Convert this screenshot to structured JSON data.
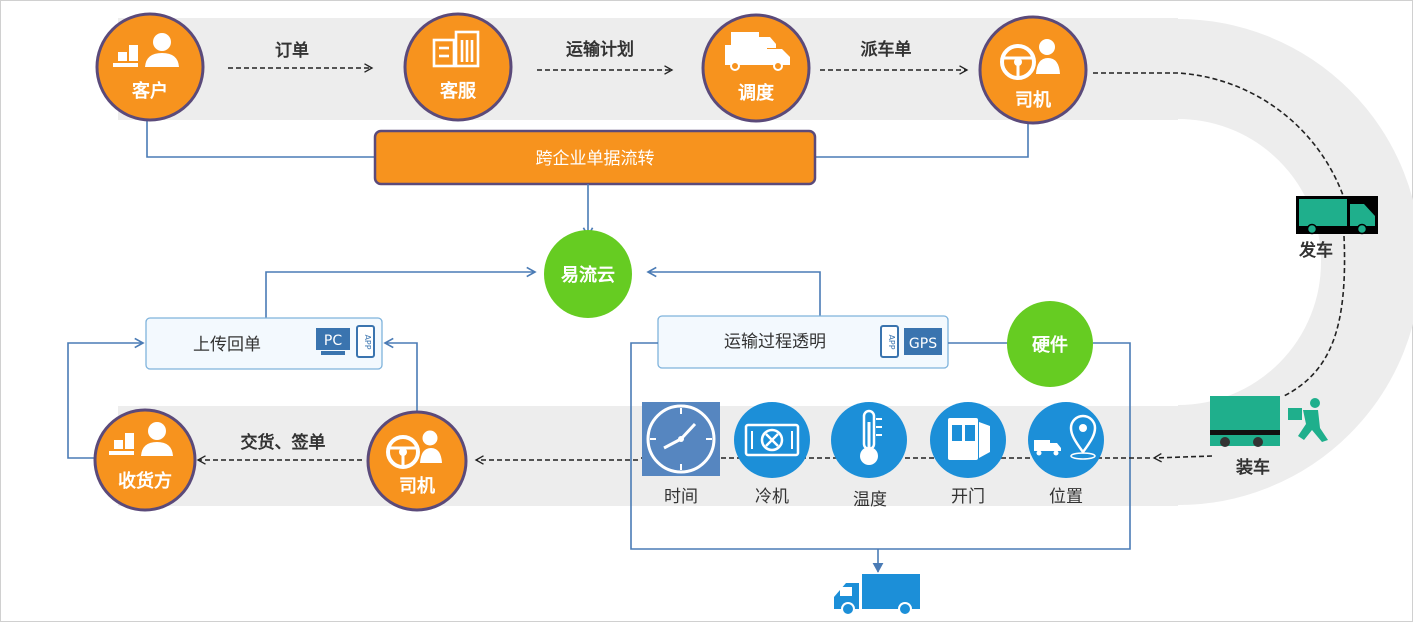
{
  "top_flow": {
    "nodes": [
      "客户",
      "客服",
      "调度",
      "司机"
    ],
    "edges": [
      "订单",
      "运输计划",
      "派车单"
    ]
  },
  "cross_doc": "跨企业单据流转",
  "cloud": "易流云",
  "right_track": {
    "depart": "发车",
    "load": "装车"
  },
  "upload_box": {
    "label": "上传回单",
    "icons": [
      "PC",
      "APP"
    ]
  },
  "transparency_box": {
    "label": "运输过程透明",
    "icons": [
      "APP",
      "GPS"
    ]
  },
  "hardware": "硬件",
  "sensors": [
    "时间",
    "冷机",
    "温度",
    "开门",
    "位置"
  ],
  "bottom_flow": {
    "driver": "司机",
    "receiver": "收货方",
    "edge": "交货、签单"
  },
  "colors": {
    "orange": "#F7931E",
    "ring": "#5B4A7A",
    "green": "#66CC22",
    "blue": "#1C8FD8",
    "teal": "#1FAF8C",
    "line": "#4A7BB5",
    "band": "#EDEDED"
  }
}
